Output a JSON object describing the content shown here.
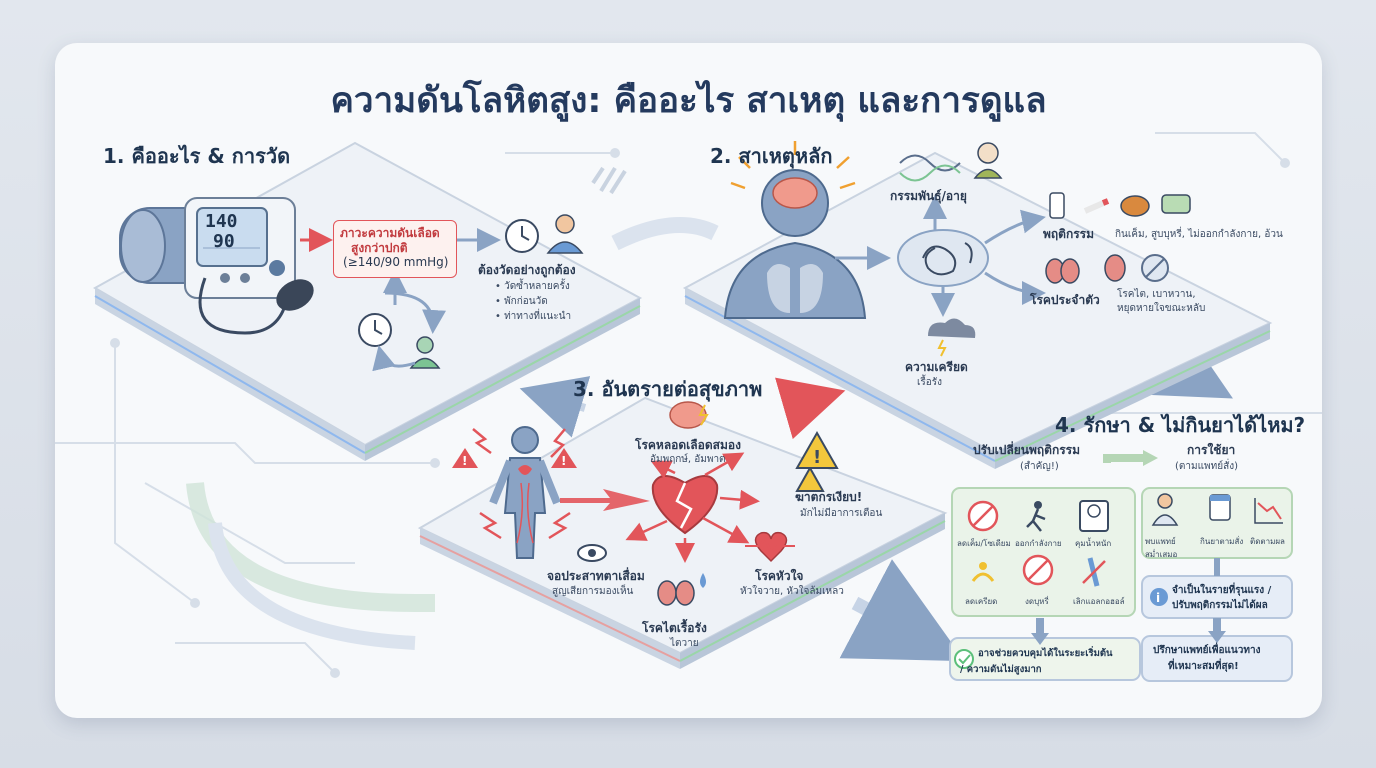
{
  "title": "ความดันโลหิตสูง: คืออะไร สาเหตุ และการดูแล",
  "section1": {
    "heading": "1. คืออะไร & การวัด",
    "monitor_reading": [
      "140",
      "90"
    ],
    "definition": [
      "ภาวะความดันเลือด",
      "สูงกว่าปกติ",
      "(≥140/90 mmHg)"
    ],
    "measure_heading": "ต้องวัดอย่างถูกต้อง",
    "measure_tips": [
      "• วัดซ้ำหลายครั้ง",
      "• พักก่อนวัด",
      "• ท่าทางที่แนะนำ"
    ]
  },
  "section2": {
    "heading": "2. สาเหตุหลัก",
    "genetics": "กรรมพันธุ์/อายุ",
    "behavior_label": "พฤติกรรม",
    "behavior_text": "กินเค็ม, สูบบุหรี่, ไม่ออกกำลังกาย, อ้วน",
    "disease_label": "โรคประจำตัว",
    "disease_text": [
      "โรคไต, เบาหวาน,",
      "หยุดหายใจขณะหลับ"
    ],
    "stress": [
      "ความเครียด",
      "เรื้อรัง"
    ]
  },
  "section3": {
    "heading": "3. อันตรายต่อสุขภาพ",
    "stroke": "โรคหลอดเลือดสมอง",
    "stroke_sub": "อัมพฤกษ์, อัมพาต",
    "silent": "ฆาตกรเงียบ!",
    "silent_sub": "มักไม่มีอาการเตือน",
    "eye": "จอประสาทตาเสื่อม",
    "eye_sub": "สูญเสียการมองเห็น",
    "heart": "โรคหัวใจ",
    "heart_sub": "หัวใจวาย, หัวใจล้มเหลว",
    "kidney": "โรคไตเรื้อรัง",
    "kidney_sub": "ไตวาย"
  },
  "section4": {
    "heading": "4. รักษา & ไม่กินยาได้ไหม?",
    "lifestyle": "ปรับเปลี่ยนพฤติกรรม",
    "lifestyle_sub": "(สำคัญ!)",
    "lifestyle_items": [
      "ลดเค็ม/โซเดียม",
      "ออกกำลังกาย",
      "คุมน้ำหนัก",
      "ลดเครียด",
      "งดบุหรี่",
      "เลิกแอลกอฮอล์"
    ],
    "medication": "การใช้ยา",
    "medication_sub": "(ตามแพทย์สั่ง)",
    "med_items": [
      "พบแพทย์สม่ำเสมอ",
      "กินยาตามสั่ง",
      "ติดตามผล"
    ],
    "lifestyle_result": [
      "อาจช่วยควบคุมได้ในระยะเริ่มต้น",
      "/ ความดันไม่สูงมาก"
    ],
    "med_note": [
      "จำเป็นในรายที่รุนแรง /",
      "ปรับพฤติกรรมไม่ได้ผล"
    ],
    "advice": [
      "ปรึกษาแพทย์เพื่อแนวทาง",
      "ที่เหมาะสมที่สุด!"
    ]
  },
  "colors": {
    "title": "#243a5e",
    "accent_red": "#e2555a",
    "accent_green": "#5cbf7a",
    "accent_blue": "#6d8fb8",
    "warning_yellow": "#f3c73c"
  }
}
